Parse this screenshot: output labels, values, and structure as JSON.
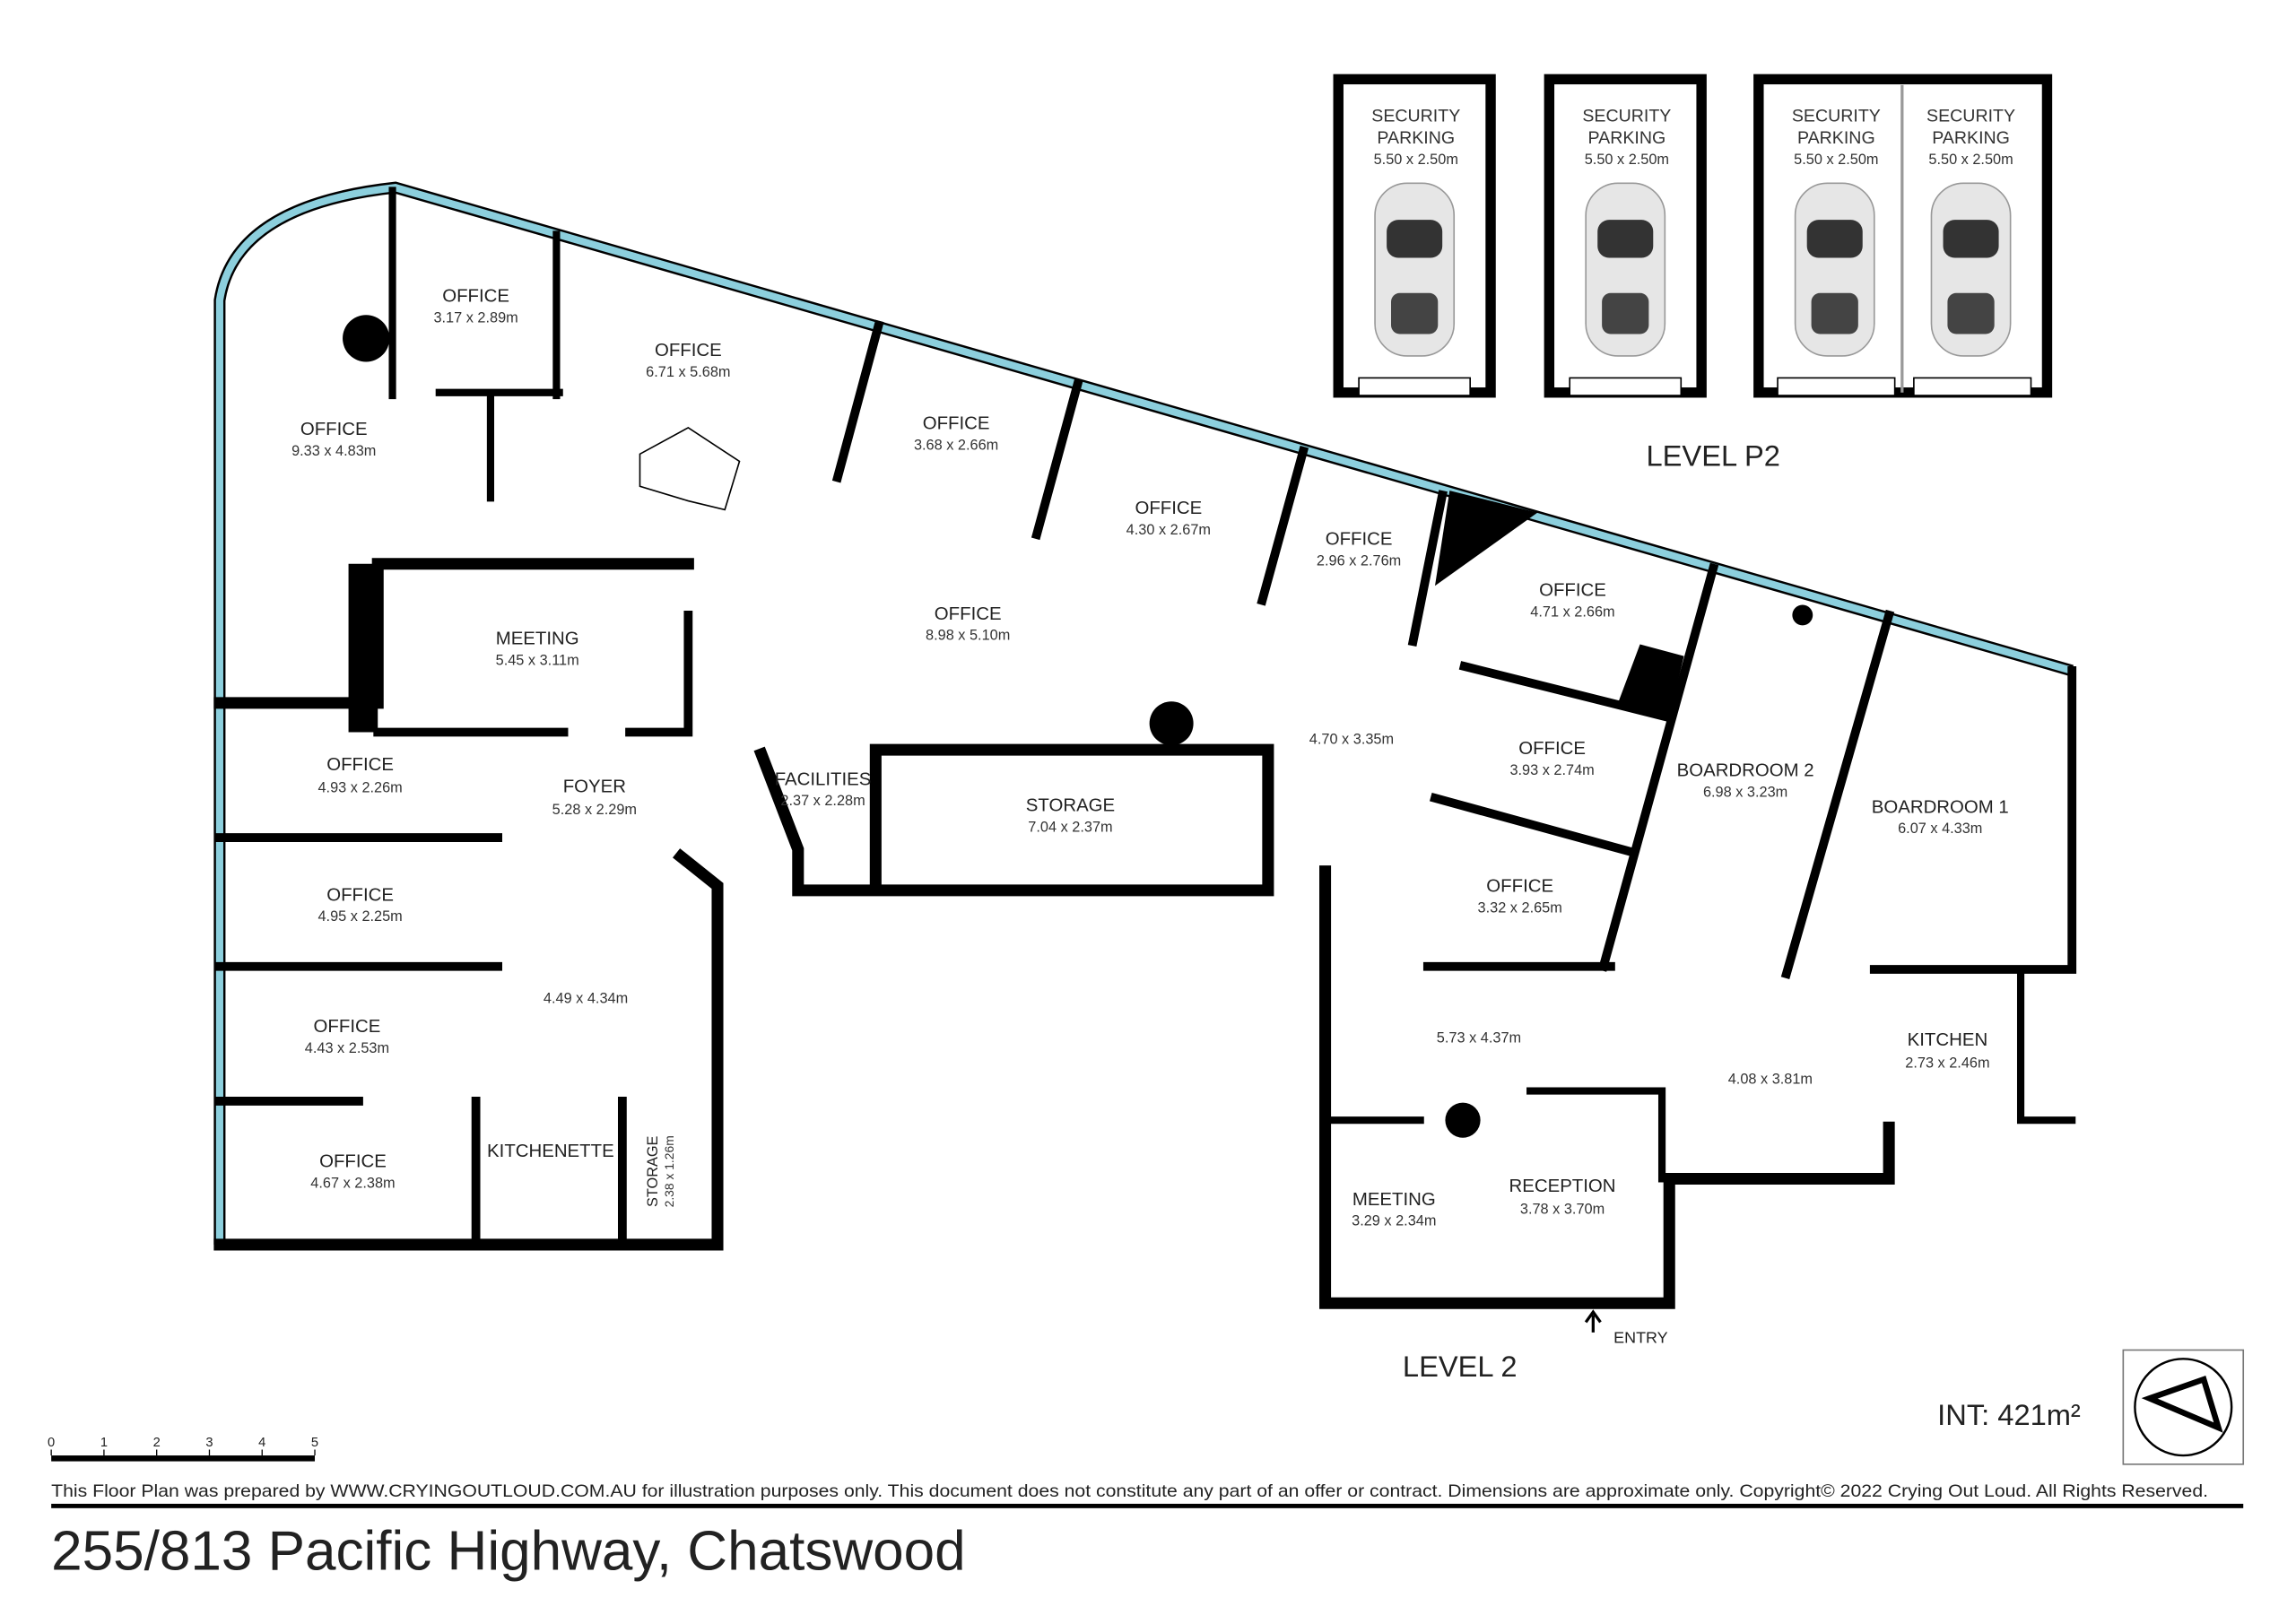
{
  "title": "255/813 Pacific Highway, Chatswood",
  "disclaimer": "This Floor Plan was prepared by WWW.CRYINGOUTLOUD.COM.AU for illustration purposes only. This document does not constitute any part of an offer or contract. Dimensions are approximate only. Copyright© 2022 Crying Out Loud. All Rights Reserved.",
  "area": "INT: 421m²",
  "scale_ticks": [
    "0",
    "1",
    "2",
    "3",
    "4",
    "5"
  ],
  "levels": {
    "p2": "LEVEL P2",
    "l2": "LEVEL 2"
  },
  "entry": "ENTRY",
  "parking": [
    {
      "name": "SECURITY PARKING",
      "line1": "SECURITY",
      "line2": "PARKING",
      "dims": "5.50 x 2.50m"
    },
    {
      "name": "SECURITY PARKING",
      "line1": "SECURITY",
      "line2": "PARKING",
      "dims": "5.50 x 2.50m"
    },
    {
      "name": "SECURITY PARKING",
      "line1": "SECURITY",
      "line2": "PARKING",
      "dims": "5.50 x 2.50m"
    },
    {
      "name": "SECURITY PARKING",
      "line1": "SECURITY",
      "line2": "PARKING",
      "dims": "5.50 x 2.50m"
    }
  ],
  "rooms": [
    {
      "name": "OFFICE",
      "dims": "3.17 x 2.89m"
    },
    {
      "name": "OFFICE",
      "dims": "6.71 x 5.68m"
    },
    {
      "name": "OFFICE",
      "dims": "9.33 x 4.83m"
    },
    {
      "name": "OFFICE",
      "dims": "3.68 x 2.66m"
    },
    {
      "name": "OFFICE",
      "dims": "4.30 x 2.67m"
    },
    {
      "name": "OFFICE",
      "dims": "2.96 x 2.76m"
    },
    {
      "name": "OFFICE",
      "dims": "4.71 x 2.66m"
    },
    {
      "name": "MEETING",
      "dims": "5.45 x 3.11m"
    },
    {
      "name": "OFFICE",
      "dims": "8.98 x 5.10m"
    },
    {
      "name": "OFFICE",
      "dims": "4.93 x 2.26m"
    },
    {
      "name": "FOYER",
      "dims": "5.28 x 2.29m"
    },
    {
      "name": "FACILITIES",
      "dims": "2.37 x 2.28m"
    },
    {
      "name": "STORAGE",
      "dims": "7.04 x 2.37m"
    },
    {
      "name": "OFFICE",
      "dims": "3.93 x 2.74m"
    },
    {
      "name": "BOARDROOM 2",
      "dims": "6.98 x 3.23m"
    },
    {
      "name": "BOARDROOM 1",
      "dims": "6.07 x 4.33m"
    },
    {
      "name": "OFFICE",
      "dims": "4.95 x 2.25m"
    },
    {
      "name": "OFFICE",
      "dims": "3.32 x 2.65m"
    },
    {
      "name": "OFFICE",
      "dims": "4.43 x 2.53m"
    },
    {
      "name": "KITCHEN",
      "dims": "2.73 x 2.46m"
    },
    {
      "name": "KITCHENETTE",
      "dims": ""
    },
    {
      "name": "STORAGE",
      "dims": "2.38 x 1.26m"
    },
    {
      "name": "OFFICE",
      "dims": "4.67 x 2.38m"
    },
    {
      "name": "MEETING",
      "dims": "3.29 x 2.34m"
    },
    {
      "name": "RECEPTION",
      "dims": "3.78 x 3.70m"
    }
  ],
  "unnamed_areas": [
    "4.70 x 3.35m",
    "4.49 x 4.34m",
    "5.73 x 4.37m",
    "4.08 x 3.81m"
  ]
}
